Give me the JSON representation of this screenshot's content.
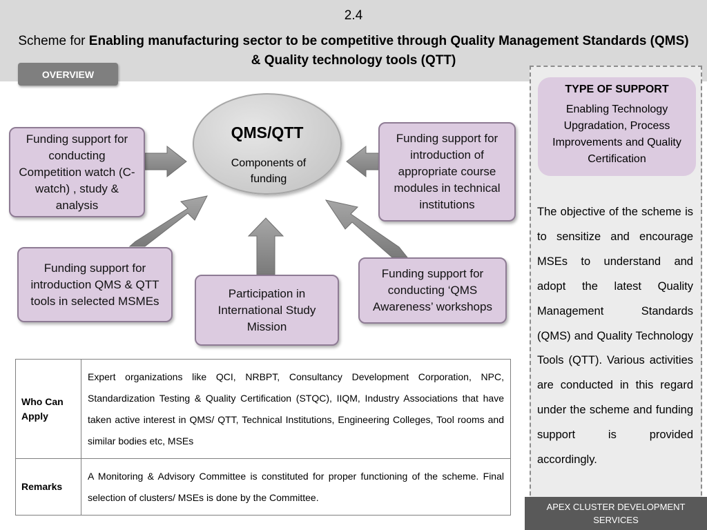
{
  "header": {
    "slide_number": "2.4",
    "title_prefix": "Scheme for ",
    "title_bold": "Enabling manufacturing sector to be competitive through Quality Management Standards (QMS) & Quality technology tools (QTT)",
    "overview_tab": "OVERVIEW"
  },
  "diagram": {
    "center_title": "QMS/QTT",
    "center_subtitle": "Components of funding",
    "boxes": {
      "cwatch": "Funding support for conducting Competition watch (C-watch) , study & analysis",
      "course_modules": "Funding support for introduction of appropriate course modules in technical institutions",
      "qms_tools": "Funding support for introduction QMS & QTT tools in selected MSMEs",
      "study_mission": "Participation in International Study Mission",
      "workshops": "Funding support for conducting ‘QMS Awareness’ workshops"
    }
  },
  "table": {
    "rows": [
      {
        "label": "Who Can Apply",
        "value": "Expert organizations like QCI, NRBPT, Consultancy Development Corporation, NPC, Standardization Testing & Quality Certification (STQC), IIQM, Industry Associations that have taken active interest in QMS/ QTT, Technical Institutions, Engineering Colleges, Tool rooms and similar bodies etc, MSEs"
      },
      {
        "label": "Remarks",
        "value": "A Monitoring & Advisory Committee is constituted for proper functioning of the scheme. Final selection of clusters/ MSEs is done by the Committee."
      }
    ]
  },
  "sidebar": {
    "type_title": "TYPE OF SUPPORT",
    "type_body": "Enabling Technology Upgradation, Process Improvements and Quality Certification",
    "objective": "The objective of the scheme is to sensitize and encourage MSEs to understand and adopt the latest Quality Management Standards (QMS) and Quality Technology Tools (QTT). Various activities are conducted in this regard under the scheme and funding support is provided accordingly.",
    "footer": "APEX CLUSTER DEVELOPMENT SERVICES"
  },
  "colors": {
    "box_fill": "#dccbe0",
    "arrow_fill": "#8c8c8c",
    "header_bg": "#d9d9d9",
    "footer_bg": "#595959"
  }
}
